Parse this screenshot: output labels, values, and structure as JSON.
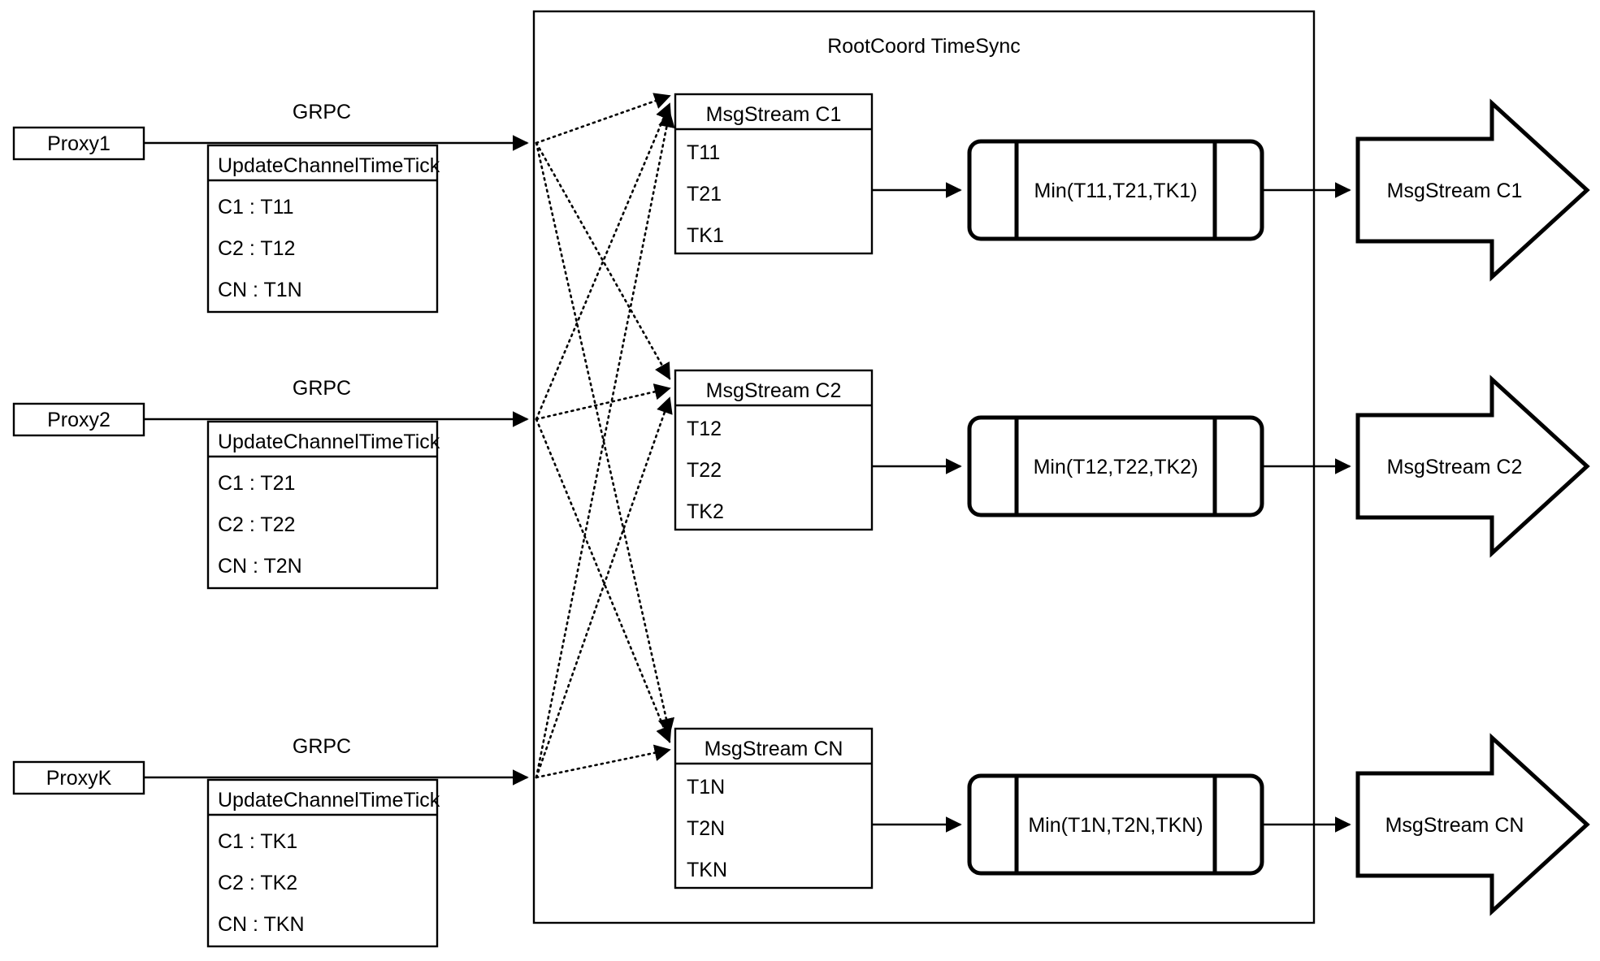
{
  "diagram": {
    "container_title": "RootCoord TimeSync",
    "protocol_label": "GRPC",
    "rpc_title": "UpdateChannelTimeTick",
    "rows": [
      {
        "proxy": "Proxy1",
        "protocol": "GRPC",
        "rpc_title": "UpdateChannelTimeTick",
        "rpc_entries": [
          "C1 :  T11",
          "C2 :  T12",
          "CN : T1N"
        ],
        "msgstream_title": "MsgStream C1",
        "msgstream_entries": [
          "T11",
          "T21",
          "TK1"
        ],
        "process_label": "Min(T11,T21,TK1)",
        "output_label": "MsgStream C1"
      },
      {
        "proxy": "Proxy2",
        "protocol": "GRPC",
        "rpc_title": "UpdateChannelTimeTick",
        "rpc_entries": [
          "C1 :  T21",
          "C2 :  T22",
          "CN : T2N"
        ],
        "msgstream_title": "MsgStream C2",
        "msgstream_entries": [
          "T12",
          "T22",
          "TK2"
        ],
        "process_label": "Min(T12,T22,TK2)",
        "output_label": "MsgStream C2"
      },
      {
        "proxy": "ProxyK",
        "protocol": "GRPC",
        "rpc_title": "UpdateChannelTimeTick",
        "rpc_entries": [
          "C1 :  TK1",
          "C2 :  TK2",
          "CN : TKN"
        ],
        "msgstream_title": "MsgStream CN",
        "msgstream_entries": [
          "T1N",
          "T2N",
          "TKN"
        ],
        "process_label": "Min(T1N,T2N,TKN)",
        "output_label": "MsgStream CN"
      }
    ],
    "colors": {
      "stroke": "#000000",
      "fill": "#ffffff",
      "text": "#000000"
    }
  }
}
